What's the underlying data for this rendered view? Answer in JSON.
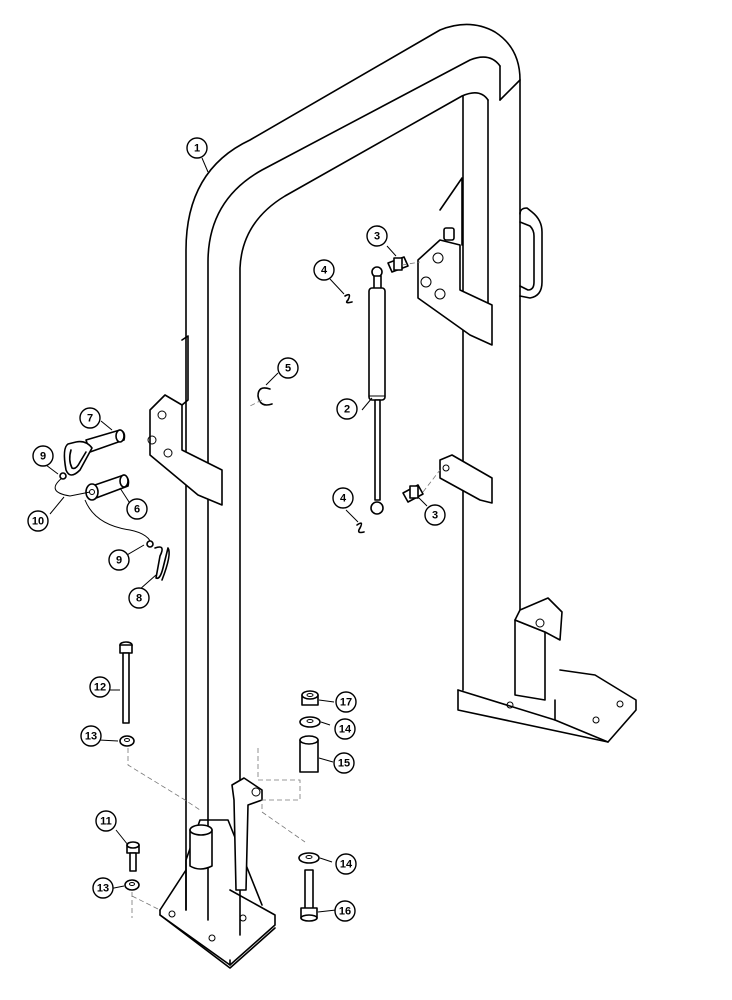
{
  "callouts": [
    {
      "id": "c1",
      "label": "1"
    },
    {
      "id": "c2",
      "label": "2"
    },
    {
      "id": "c3a",
      "label": "3"
    },
    {
      "id": "c3b",
      "label": "3"
    },
    {
      "id": "c4a",
      "label": "4"
    },
    {
      "id": "c4b",
      "label": "4"
    },
    {
      "id": "c5",
      "label": "5"
    },
    {
      "id": "c6",
      "label": "6"
    },
    {
      "id": "c7",
      "label": "7"
    },
    {
      "id": "c8",
      "label": "8"
    },
    {
      "id": "c9a",
      "label": "9"
    },
    {
      "id": "c9b",
      "label": "9"
    },
    {
      "id": "c10",
      "label": "10"
    },
    {
      "id": "c11",
      "label": "11"
    },
    {
      "id": "c12",
      "label": "12"
    },
    {
      "id": "c13a",
      "label": "13"
    },
    {
      "id": "c13b",
      "label": "13"
    },
    {
      "id": "c14a",
      "label": "14"
    },
    {
      "id": "c14b",
      "label": "14"
    },
    {
      "id": "c15",
      "label": "15"
    },
    {
      "id": "c16",
      "label": "16"
    },
    {
      "id": "c17",
      "label": "17"
    }
  ]
}
